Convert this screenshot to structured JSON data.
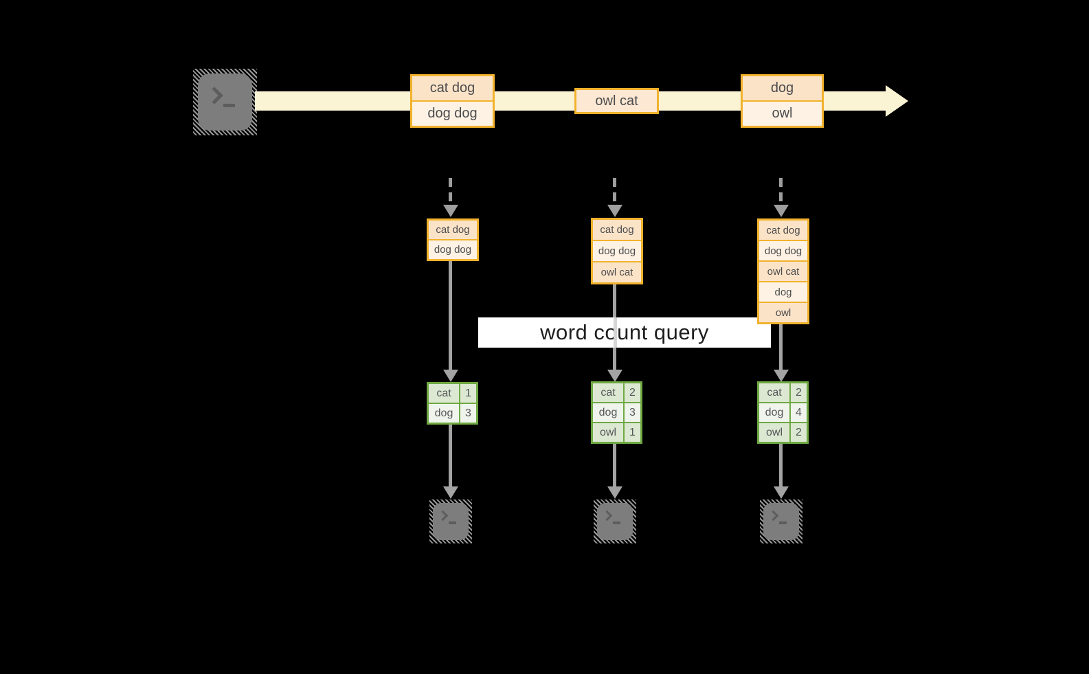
{
  "diagram": {
    "query_label": "word count query",
    "stream_events": [
      {
        "rows": [
          "cat dog",
          "dog dog"
        ]
      },
      {
        "rows": [
          "owl cat"
        ]
      },
      {
        "rows": [
          "dog",
          "owl"
        ]
      }
    ],
    "columns": [
      {
        "buffer": [
          "cat dog",
          "dog dog"
        ],
        "counts": [
          [
            "cat",
            "1"
          ],
          [
            "dog",
            "3"
          ]
        ]
      },
      {
        "buffer": [
          "cat dog",
          "dog dog",
          "owl cat"
        ],
        "counts": [
          [
            "cat",
            "2"
          ],
          [
            "dog",
            "3"
          ],
          [
            "owl",
            "1"
          ]
        ]
      },
      {
        "buffer": [
          "cat dog",
          "dog dog",
          "owl cat",
          "dog",
          "owl"
        ],
        "counts": [
          [
            "cat",
            "2"
          ],
          [
            "dog",
            "4"
          ],
          [
            "owl",
            "2"
          ]
        ]
      }
    ],
    "icons": {
      "source": "terminal-prompt-icon",
      "sinks": "terminal-prompt-icon"
    },
    "colors": {
      "stream_band": "#faf3d4",
      "event_border": "#f2b22c",
      "event_fill_dark": "#fbe3c8",
      "event_fill_light": "#fdf2e4",
      "table_border": "#6fa943",
      "table_fill_dark": "#dde8d2",
      "table_fill_light": "#eff4ec",
      "arrow_gray": "#a3a3a3",
      "terminal_gray": "#7d7d7d",
      "label_bg": "#ffffff"
    }
  }
}
